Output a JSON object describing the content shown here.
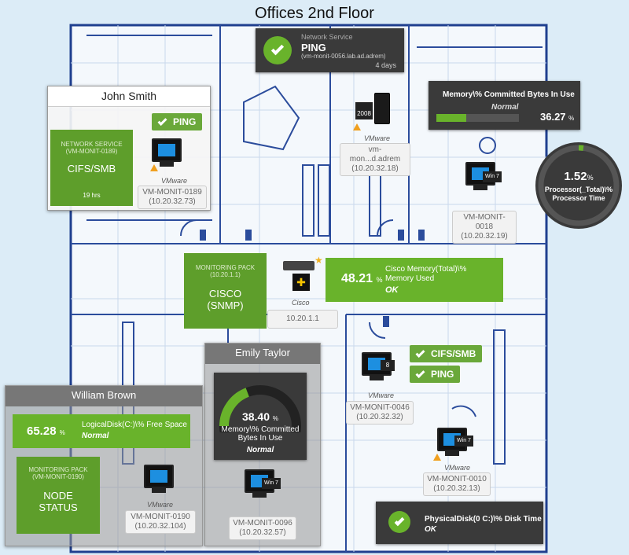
{
  "page": {
    "title": "Offices 2nd Floor"
  },
  "colors": {
    "ok_green": "#69b32b",
    "dark_panel": "#3a3a3a",
    "pack_green": "#5e9e2b",
    "wall_blue": "#2b4c9c"
  },
  "network_service": {
    "header": "Network Service",
    "name": "PING",
    "host": "(vm-monit-0056.lab.ad.adrem)",
    "duration": "4 days",
    "icon": "check-circle-icon"
  },
  "john_panel": {
    "title": "John Smith",
    "ping_badge": "PING",
    "service": {
      "header": "NETWORK SERVICE",
      "host": "(VM-MONIT-0189)",
      "name": "CIFS/SMB",
      "duration": "19 hrs"
    },
    "device": {
      "vm": "VMware",
      "name": "VM-MONIT-0189",
      "ip": "(10.20.32.73)"
    }
  },
  "memory_top": {
    "label": "Memory\\% Committed Bytes In Use",
    "status": "Normal",
    "value": "36.27",
    "unit": "%",
    "fraction": 0.3627
  },
  "processor": {
    "value": "1.52",
    "unit": "%",
    "label": "Processor(_Total)\\% Processor Time",
    "fraction": 0.0152
  },
  "server_2008": {
    "badge": "2008",
    "vm": "VMware",
    "name": "vm-mon...d.adrem",
    "ip": "(10.20.32.18)"
  },
  "win7_top": {
    "badge": "Win 7",
    "name": "VM-MONIT-0018",
    "ip": "(10.20.32.19)"
  },
  "cisco_pack": {
    "header": "MONITORING PACK",
    "ip": "(10.20.1.1)",
    "name": "CISCO",
    "proto": "(SNMP)"
  },
  "cisco_device": {
    "label": "Cisco",
    "ip": "10.20.1.1"
  },
  "cisco_memory": {
    "value": "48.21",
    "unit": "%",
    "label": "Cisco Memory(Total)\\% Memory Used",
    "status": "OK"
  },
  "emily_panel": {
    "title": "Emily Taylor",
    "gauge": {
      "value": "38.40",
      "unit": "%",
      "label": "Memory\\% Committed Bytes In Use",
      "status": "Normal",
      "fraction": 0.384
    },
    "device": {
      "badge": "Win 7",
      "name": "VM-MONIT-0096",
      "ip": "(10.20.32.57)"
    }
  },
  "william_panel": {
    "title": "William Brown",
    "disk": {
      "value": "65.28",
      "unit": "%",
      "label": "LogicalDisk(C:)\\% Free Space",
      "status": "Normal"
    },
    "pack": {
      "header": "MONITORING PACK",
      "host": "(VM-MONIT-0190)",
      "name": "NODE",
      "name2": "STATUS"
    },
    "device": {
      "vm": "VMware",
      "name": "VM-MONIT-0190",
      "ip": "(10.20.32.104)"
    }
  },
  "vm_0046": {
    "badge": "8",
    "vm": "VMware",
    "name": "VM-MONIT-0046",
    "ip": "(10.20.32.32)",
    "badges": [
      "CIFS/SMB",
      "PING"
    ]
  },
  "vm_0010": {
    "badge": "Win 7",
    "vm": "VMware",
    "name": "VM-MONIT-0010",
    "ip": "(10.20.32.13)"
  },
  "physical_disk": {
    "label": "PhysicalDisk(0 C:)\\% Disk Time",
    "status": "OK"
  }
}
